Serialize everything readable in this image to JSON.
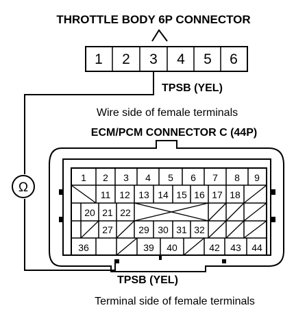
{
  "throttle_title": "THROTTLE BODY 6P CONNECTOR",
  "throttle_pins": [
    "1",
    "2",
    "3",
    "4",
    "5",
    "6"
  ],
  "tpsb_top": "TPSB (YEL)",
  "wire_side": "Wire side of female terminals",
  "ecm_title": "ECM/PCM CONNECTOR C (44P)",
  "ohm_symbol": "Ω",
  "ecm_pins": {
    "row1": [
      "1",
      "2",
      "3",
      "4",
      "5",
      "6",
      "7",
      "8",
      "9"
    ],
    "row2": [
      "11",
      "12",
      "13",
      "14",
      "15",
      "16",
      "17",
      "18"
    ],
    "row3": [
      "20",
      "21",
      "22"
    ],
    "row4": [
      "27",
      "29",
      "30",
      "31",
      "32"
    ],
    "row5": [
      "36",
      "39",
      "40",
      "42",
      "43",
      "44"
    ]
  },
  "tpsb_bottom": "TPSB (YEL)",
  "terminal_side": "Terminal side of female terminals"
}
